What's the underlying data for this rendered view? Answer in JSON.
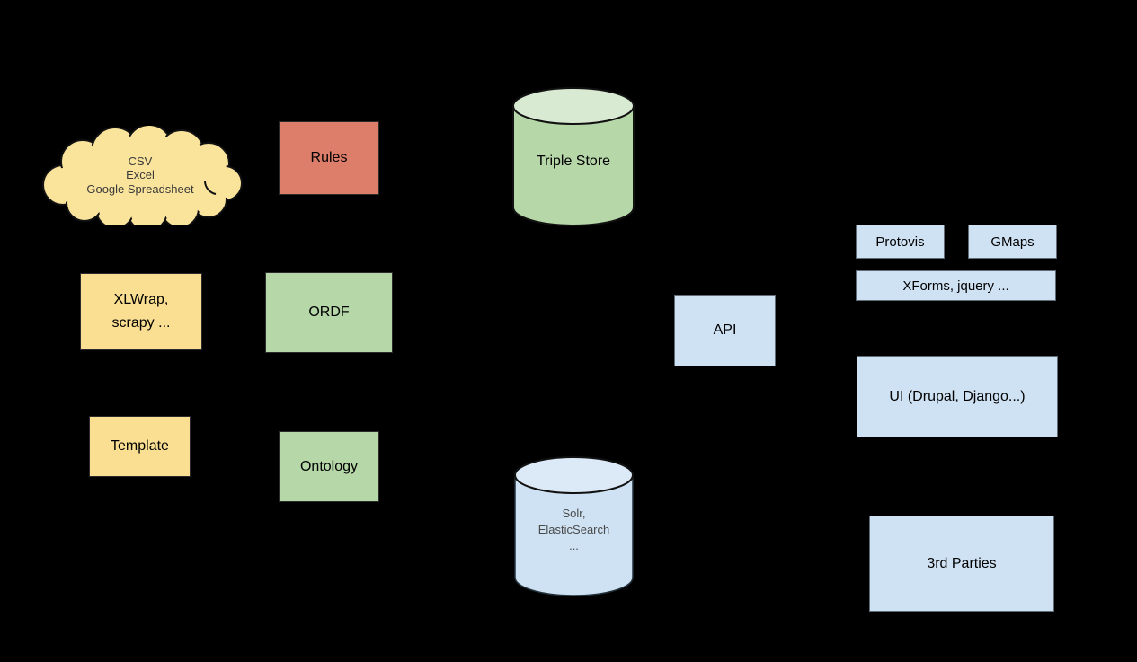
{
  "colors": {
    "background": "#000000",
    "red": "#dd7e6b",
    "green": "#b6d7a8",
    "green_light": "#d9ead3",
    "yellow_cloud": "#fae49c",
    "yellow_box": "#fadf92",
    "blue": "#cfe2f3",
    "blue_light": "#dce9f7"
  },
  "nodes": {
    "cloud": {
      "lines": [
        "CSV",
        "Excel",
        "Google Spreadsheet"
      ],
      "fill": "#fae49c"
    },
    "rules": {
      "label": "Rules",
      "fill": "#dd7e6b"
    },
    "triple_store": {
      "label": "Triple Store",
      "fill": "#b6d7a8",
      "top_fill": "#d9ead3"
    },
    "xlwrap": {
      "lines": [
        "XLWrap,",
        "scrapy ..."
      ],
      "fill": "#fadf92"
    },
    "ordf": {
      "label": "ORDF",
      "fill": "#b6d7a8"
    },
    "template": {
      "label": "Template",
      "fill": "#fadf92"
    },
    "ontology": {
      "label": "Ontology",
      "fill": "#b6d7a8"
    },
    "api": {
      "label": "API",
      "fill": "#cfe2f3"
    },
    "protovis": {
      "label": "Protovis",
      "fill": "#cfe2f3"
    },
    "gmaps": {
      "label": "GMaps",
      "fill": "#cfe2f3"
    },
    "xforms": {
      "label": "XForms, jquery ...",
      "fill": "#cfe2f3"
    },
    "ui": {
      "label": "UI (Drupal, Django...)",
      "fill": "#cfe2f3"
    },
    "search_index": {
      "lines": [
        "Solr,",
        "ElasticSearch",
        "..."
      ],
      "fill": "#cfe2f3",
      "top_fill": "#dce9f7"
    },
    "third_parties": {
      "label": "3rd Parties",
      "fill": "#cfe2f3"
    }
  }
}
